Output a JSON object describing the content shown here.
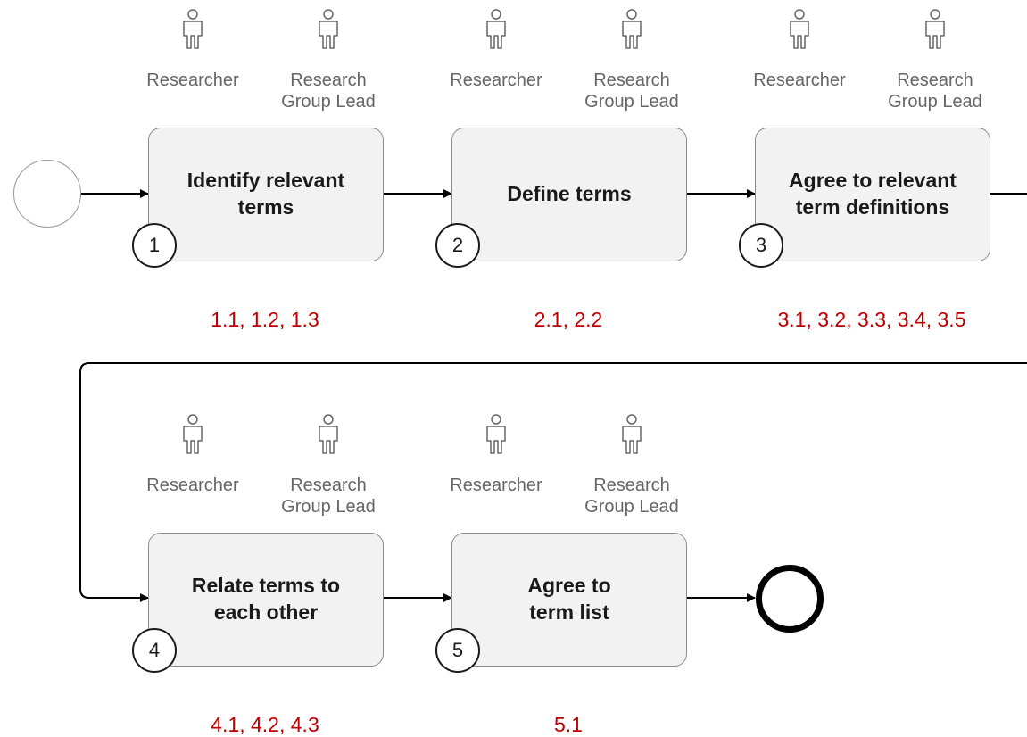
{
  "tasks": [
    {
      "id": 1,
      "title": [
        "Identify relevant",
        "terms"
      ],
      "badge": "1",
      "refs": "1.1, 1.2, 1.3",
      "roles": [
        "Researcher",
        "Research\nGroup Lead"
      ]
    },
    {
      "id": 2,
      "title": [
        "Define terms"
      ],
      "badge": "2",
      "refs": "2.1, 2.2",
      "roles": [
        "Researcher",
        "Research\nGroup Lead"
      ]
    },
    {
      "id": 3,
      "title": [
        "Agree to relevant",
        "term definitions"
      ],
      "badge": "3",
      "refs": "3.1, 3.2, 3.3, 3.4, 3.5",
      "roles": [
        "Researcher",
        "Research\nGroup Lead"
      ]
    },
    {
      "id": 4,
      "title": [
        "Relate terms to",
        "each other"
      ],
      "badge": "4",
      "refs": "4.1, 4.2, 4.3",
      "roles": [
        "Researcher",
        "Research\nGroup Lead"
      ]
    },
    {
      "id": 5,
      "title": [
        "Agree to",
        "term list"
      ],
      "badge": "5",
      "refs": "5.1",
      "roles": [
        "Researcher",
        "Research\nGroup Lead"
      ]
    }
  ],
  "colors": {
    "refs": "#c00000",
    "task_fill": "#f2f2f2",
    "task_border": "#8c8c8c",
    "role_text": "#666666",
    "icon": "#666666"
  },
  "icons": {
    "role": "person-icon",
    "start": "start-event-circle",
    "end": "end-event-circle"
  }
}
